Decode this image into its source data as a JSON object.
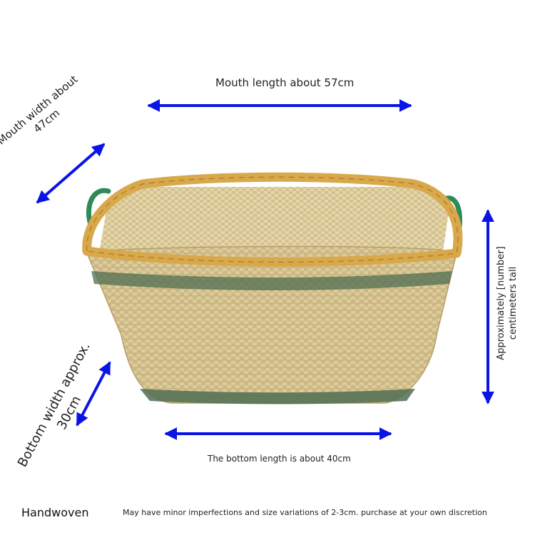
{
  "labels": {
    "mouth_length": "Mouth length about 57cm",
    "mouth_width": "Mouth width about\n47cm",
    "height": "Approximately [number]\ncentimeters tall",
    "bottom_width": "Bottom width approx.\n30cm",
    "bottom_length": "The bottom length is about 40cm"
  },
  "footer": {
    "brand": "Handwoven",
    "disclaimer": "May have minor imperfections and size variations of 2-3cm. purchase at your own discretion"
  },
  "colors": {
    "arrow": "#0a14e6",
    "rim": "#d9a84a",
    "weave": "#d8c99a",
    "weave_dark": "#b9a874",
    "green_band": "#4f6e52",
    "handle": "#2e8b57"
  }
}
